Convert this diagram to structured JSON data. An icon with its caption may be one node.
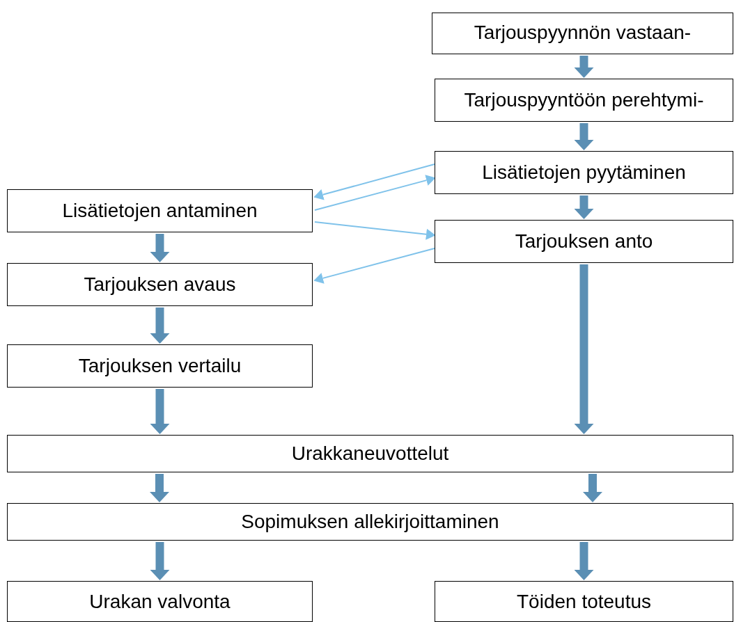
{
  "diagram": {
    "nodes": [
      {
        "text": [
          "Tarjouspyynnön vastaan-"
        ]
      },
      {
        "text": [
          "Tarjouspyyntöön perehtymi-"
        ]
      },
      {
        "text": [
          "Lisätietojen pyytäminen"
        ]
      },
      {
        "text": [
          "Lisätietojen antaminen"
        ]
      },
      {
        "text": [
          "Tarjouksen anto"
        ]
      },
      {
        "text": [
          "Tarjouksen avaus"
        ]
      },
      {
        "text": [
          "Tarjouksen vertailu"
        ]
      },
      {
        "text": [
          "Urakkaneuvottelut"
        ]
      },
      {
        "text": [
          "Sopimuksen allekirjoittaminen"
        ]
      },
      {
        "text": [
          "Urakan valvonta"
        ]
      },
      {
        "text": [
          "Töiden toteutus"
        ]
      }
    ],
    "edges": [
      {
        "from": 0,
        "to": 1,
        "arrow": "to"
      },
      {
        "from": 1,
        "to": 2,
        "arrow": "to"
      },
      {
        "from": 2,
        "to": 4,
        "arrow": "to"
      },
      {
        "from": 2,
        "to": 3,
        "arrow": "to",
        "color": "#7fc2ea"
      },
      {
        "from": 3,
        "to": 2,
        "arrow": "to",
        "color": "#7fc2ea"
      },
      {
        "from": 3,
        "to": 4,
        "arrow": "to",
        "color": "#7fc2ea"
      },
      {
        "from": 4,
        "to": 5,
        "arrow": "to",
        "color": "#7fc2ea"
      },
      {
        "from": 3,
        "to": 5,
        "arrow": "to"
      },
      {
        "from": 5,
        "to": 6,
        "arrow": "to"
      },
      {
        "from": 6,
        "to": 7,
        "arrow": "to"
      },
      {
        "from": 4,
        "to": 7,
        "arrow": "to"
      },
      {
        "from": 7,
        "to": 8,
        "arrow": "to"
      },
      {
        "from": 7,
        "to": 8,
        "arrow": "to"
      },
      {
        "from": 8,
        "to": 9,
        "arrow": "to"
      },
      {
        "from": 8,
        "to": 10,
        "arrow": "to"
      }
    ]
  }
}
